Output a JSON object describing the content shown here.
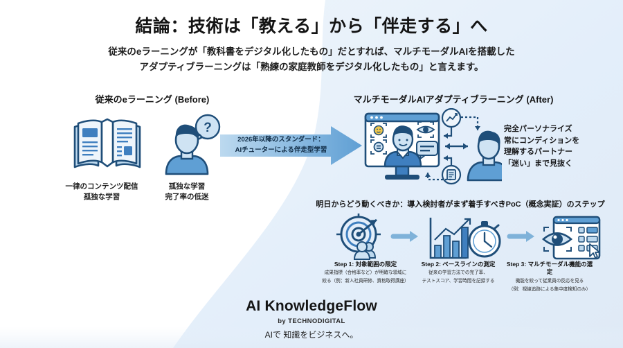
{
  "header": {
    "title": "結論：技術は「教える」から「伴走する」へ",
    "subtitle_line1": "従来のeラーニングが「教科書をデジタル化したもの」だとすれば、マルチモーダルAIを搭載した",
    "subtitle_line2": "アダプティブラーニングは「熟練の家庭教師をデジタル化したもの」と言えます。"
  },
  "before": {
    "heading": "従来のeラーニング (Before)",
    "caption_left_line1": "一律のコンテンツ配信",
    "caption_left_line2": "孤独な学習",
    "caption_right_line1": "孤独な学習",
    "caption_right_line2": "完了率の低迷",
    "icons": [
      "open-book-icon",
      "confused-person-icon",
      "question-bubble-icon"
    ]
  },
  "transition": {
    "banner_line1": "2026年以降のスタンダード：",
    "banner_line2": "AIチューターによる伴走型学習",
    "icon": "right-arrow-banner-icon"
  },
  "after": {
    "heading": "マルチモーダルAIアダプティブラーニング (After)",
    "note_line1": "完全パーソナライズ",
    "note_line2": "常にコンディションを",
    "note_line3": "理解するパートナー",
    "note_line4": "「迷い」まで見抜く",
    "icons": [
      "monitor-icon",
      "ai-tutor-avatar-icon",
      "face-scan-icon",
      "eye-tracking-icon",
      "chat-bubble-icon",
      "analytics-icon",
      "document-icon",
      "learner-person-icon"
    ]
  },
  "poc": {
    "heading": "明日からどう動くべきか：導入検討者がまず着手すべきPoC（概念実証）のステップ",
    "steps": [
      {
        "title": "Step 1: 対象範囲の限定",
        "desc_line1": "成果指標（合格率など）が明確な領域に",
        "desc_line2": "絞る（例：新入社員研修、資格取得講座）",
        "icon": "target-people-icon"
      },
      {
        "title": "Step 2: ベースラインの測定",
        "desc_line1": "従来の学習方法での完了率、",
        "desc_line2": "テストスコア、学習時間を記録する",
        "icon": "bar-chart-stopwatch-icon"
      },
      {
        "title": "Step 3: マルチモーダル機能の選定",
        "desc_line1": "機能を絞って従業員の反応を見る",
        "desc_line2": "（例：視線追跡による集中度検知のみ）",
        "icon": "eye-scan-window-icon"
      }
    ],
    "connector_icon": "arrow-right-icon"
  },
  "footer": {
    "brand": "AI KnowledgeFlow",
    "by": "by TECHNODIGITAL",
    "tagline": "AIで 知識をビジネスへ。"
  },
  "colors": {
    "ink": "#1b1b1b",
    "deep_blue": "#1f4e79",
    "mid_blue": "#3f7fbf",
    "light_blue": "#a8cbe8",
    "pale_blue": "#d8e9f6",
    "bg_tint": "#e8f1f9",
    "arrow_blue": "#7fb2d9"
  }
}
